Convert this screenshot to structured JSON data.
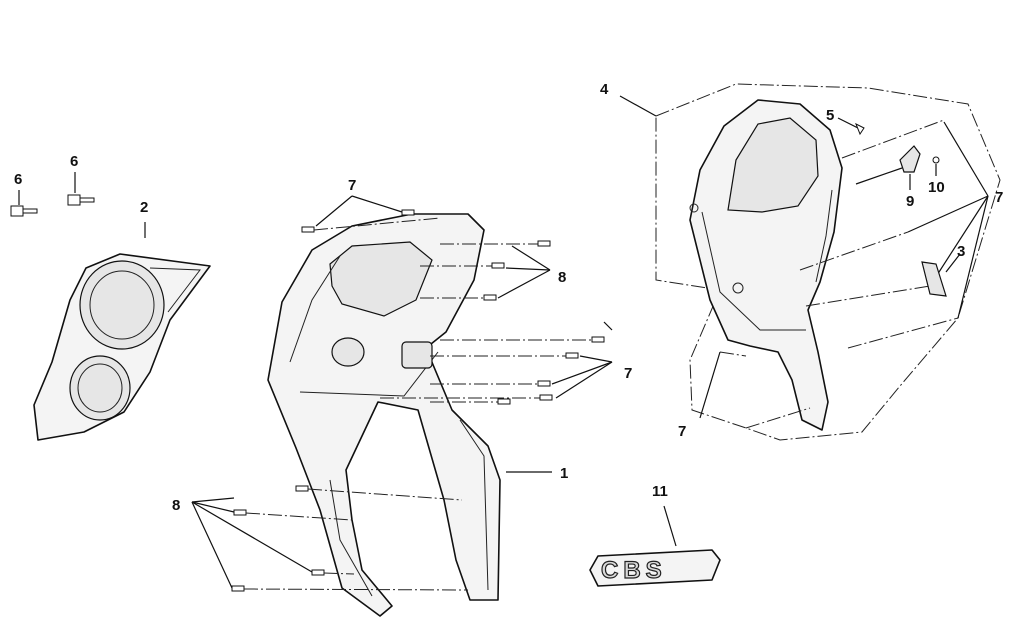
{
  "callouts": {
    "c1": "1",
    "c2": "2",
    "c3": "3",
    "c4": "4",
    "c5": "5",
    "c6a": "6",
    "c6b": "6",
    "c7a": "7",
    "c7b": "7",
    "c7c": "7",
    "c7d": "7",
    "c8a": "8",
    "c8b": "8",
    "c9": "9",
    "c10": "10",
    "c11": "11"
  },
  "badge": {
    "text": "CBS"
  },
  "colors": {
    "line": "#111111",
    "part_fill": "#f4f4f4",
    "background": "#ffffff"
  }
}
